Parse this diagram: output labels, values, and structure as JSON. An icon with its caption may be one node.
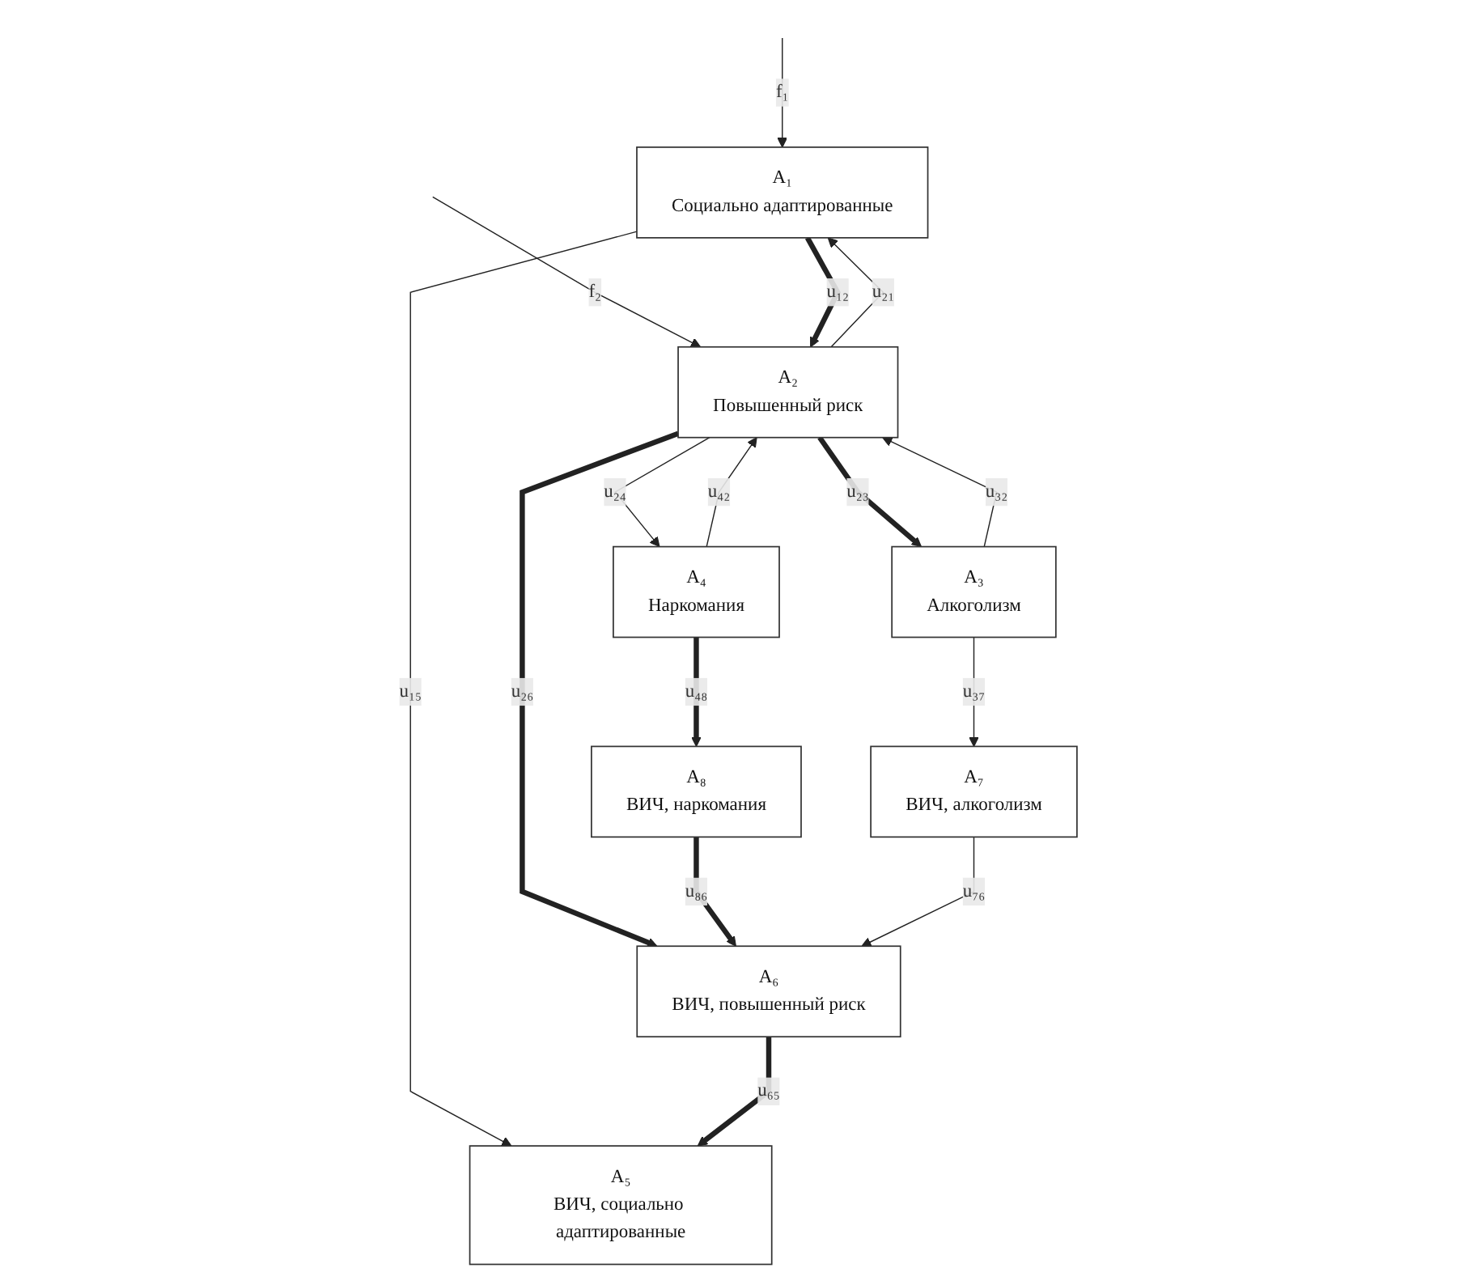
{
  "diagram": {
    "nodes": [
      {
        "text": [
          "A₁",
          "Социально адаптированные"
        ]
      },
      {
        "text": [
          "A₂",
          "Повышенный риск"
        ]
      },
      {
        "text": [
          "A₃",
          "Алкоголизм"
        ]
      },
      {
        "text": [
          "A₄",
          "Наркомания"
        ]
      },
      {
        "text": [
          "A₈",
          "ВИЧ, наркомания"
        ]
      },
      {
        "text": [
          "A₅",
          "ВИЧ, социально адаптированные"
        ]
      },
      {
        "text": [
          "A₆",
          "ВИЧ, повышенный риск"
        ]
      },
      {
        "text": [
          "A₇",
          "ВИЧ, алкоголизм"
        ]
      }
    ],
    "edges": [
      {
        "from": null,
        "to": 0,
        "arrow": "to",
        "label": "f₁"
      },
      {
        "from": null,
        "to": 1,
        "arrow": "to",
        "label": "f₂"
      },
      {
        "from": 0,
        "to": 1,
        "arrow": "to",
        "label": "u₁₂",
        "style": "thick"
      },
      {
        "from": 1,
        "to": 0,
        "arrow": "to",
        "label": "u₂₁"
      },
      {
        "from": 1,
        "to": 2,
        "arrow": "to",
        "label": "u₂₃",
        "style": "thick"
      },
      {
        "from": 2,
        "to": 1,
        "arrow": "to",
        "label": "u₃₂"
      },
      {
        "from": 1,
        "to": 3,
        "arrow": "to",
        "label": "u₂₄"
      },
      {
        "from": 3,
        "to": 1,
        "arrow": "to",
        "label": "u₄₂"
      },
      {
        "from": 0,
        "to": 5,
        "arrow": "to",
        "label": "u₁₅"
      },
      {
        "from": 1,
        "to": 6,
        "arrow": "to",
        "label": "u₂₆",
        "style": "thick"
      },
      {
        "from": 3,
        "to": 4,
        "arrow": "to",
        "label": "u₄₈",
        "style": "thick"
      },
      {
        "from": 4,
        "to": 6,
        "arrow": "to",
        "label": "u₈₆",
        "style": "thick"
      },
      {
        "from": 2,
        "to": 7,
        "arrow": "to",
        "label": "u₃₇"
      },
      {
        "from": 6,
        "to": 5,
        "arrow": "to",
        "label": "u₆₅",
        "style": "thick"
      },
      {
        "from": 7,
        "to": 6,
        "arrow": "to",
        "label": "u₇₆"
      }
    ]
  }
}
